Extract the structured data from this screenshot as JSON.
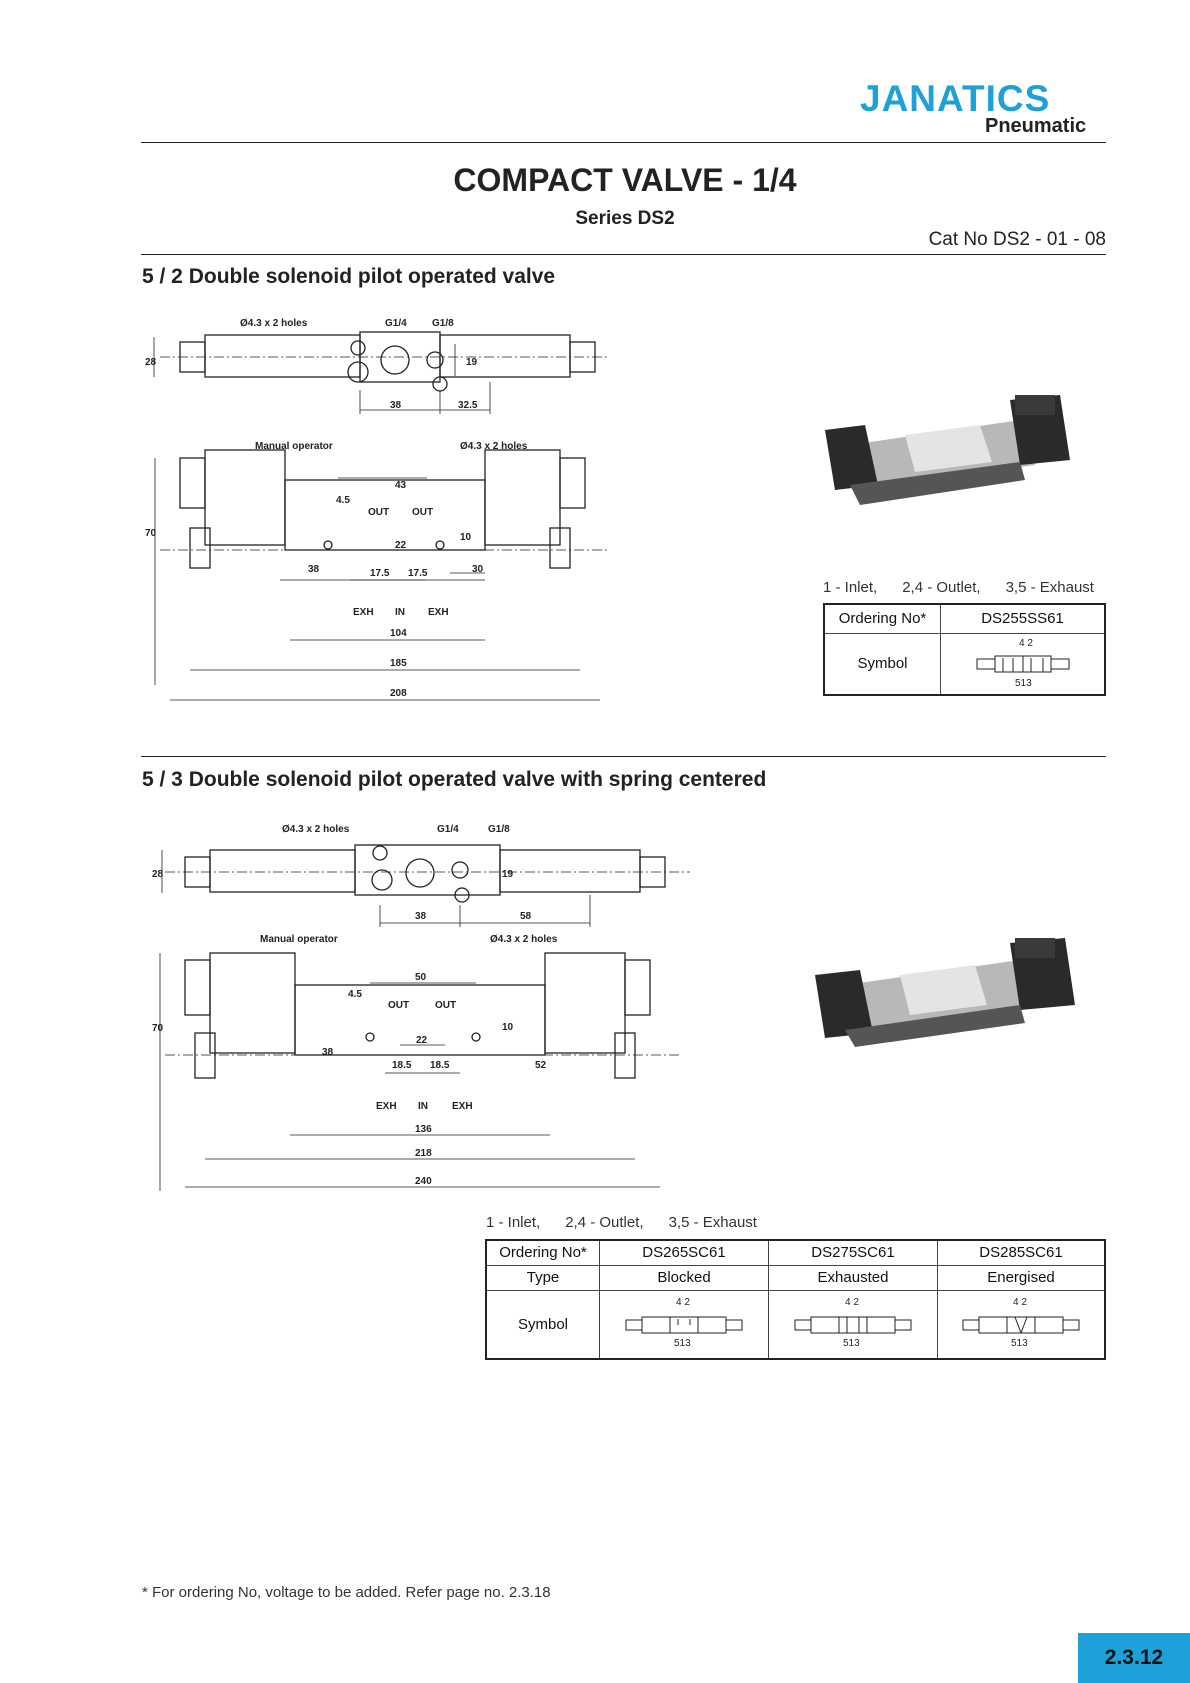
{
  "header": {
    "brand": "JANATICS",
    "brand_sub": "Pneumatic",
    "brand_color": "#1ea0d8"
  },
  "title": "COMPACT VALVE - 1/4",
  "subtitle": "Series DS2",
  "cat_no": "Cat No DS2 - 01 - 08",
  "section1": {
    "title": "5 / 2 Double solenoid pilot operated valve",
    "drawing": {
      "holes_top": "Ø4.3 x 2 holes",
      "g14": "G1/4",
      "g18": "G1/8",
      "h28": "28",
      "h19": "19",
      "d38": "38",
      "d325": "32.5",
      "manual_operator": "Manual operator",
      "holes_side": "Ø4.3 x 2 holes",
      "d43": "43",
      "d45": "4.5",
      "out1": "OUT",
      "out2": "OUT",
      "d10": "10",
      "d22": "22",
      "h70": "70",
      "d38v": "38",
      "d175a": "17.5",
      "d175b": "17.5",
      "d30": "30",
      "exh1": "EXH",
      "in": "IN",
      "exh2": "EXH",
      "d104": "104",
      "d185": "185",
      "d208": "208"
    },
    "legend": "1 - Inlet,      2,4 - Outlet,      3,5 - Exhaust",
    "table": {
      "header_label": "Ordering No*",
      "header_value": "DS255SS61",
      "symbol_label": "Symbol",
      "symbol_ports_top": "4 2",
      "symbol_ports_bottom": "513"
    }
  },
  "section2": {
    "title": "5 / 3 Double solenoid pilot operated valve with spring centered",
    "drawing": {
      "holes_top": "Ø4.3 x 2 holes",
      "g14": "G1/4",
      "g18": "G1/8",
      "h28": "28",
      "h19": "19",
      "d38": "38",
      "d58": "58",
      "manual_operator": "Manual operator",
      "holes_side": "Ø4.3 x 2 holes",
      "d50": "50",
      "d45": "4.5",
      "out1": "OUT",
      "out2": "OUT",
      "d10": "10",
      "d22": "22",
      "h70": "70",
      "d38v": "38",
      "d185a": "18.5",
      "d185b": "18.5",
      "d52": "52",
      "exh1": "EXH",
      "in": "IN",
      "exh2": "EXH",
      "d136": "136",
      "d218": "218",
      "d240": "240"
    },
    "legend": "1 - Inlet,      2,4 - Outlet,      3,5 - Exhaust",
    "table": {
      "row_labels": [
        "Ordering No*",
        "Type",
        "Symbol"
      ],
      "columns": [
        {
          "ordering_no": "DS265SC61",
          "type": "Blocked",
          "ports_top": "4 2",
          "ports_bottom": "513"
        },
        {
          "ordering_no": "DS275SC61",
          "type": "Exhausted",
          "ports_top": "4 2",
          "ports_bottom": "513"
        },
        {
          "ordering_no": "DS285SC61",
          "type": "Energised",
          "ports_top": "4 2",
          "ports_bottom": "513"
        }
      ]
    }
  },
  "footnote": "* For ordering No, voltage to be added. Refer page no. 2.3.18",
  "page_number": "2.3.12"
}
